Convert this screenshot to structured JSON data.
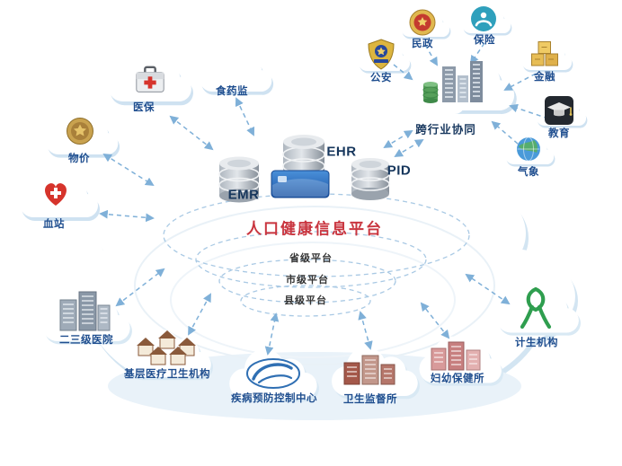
{
  "colors": {
    "title_red": "#c9353f",
    "label_navy": "#1f4e8f",
    "arrow_blue": "#7fb0d8",
    "cloud_shadow": "#cfe2f1"
  },
  "platform": {
    "title": "人口健康信息平台",
    "db_labels": {
      "emr": "EMR",
      "ehr": "EHR",
      "pid": "PID"
    },
    "levels": [
      {
        "label": "省级平台"
      },
      {
        "label": "市级平台"
      },
      {
        "label": "县级平台"
      }
    ]
  },
  "cross_industry": {
    "label": "跨行业协同"
  },
  "nodes": {
    "yibao": {
      "label": "医保",
      "icon": "medical-kit-icon"
    },
    "shiyaojian": {
      "label": "食药监",
      "icon": "cloud-icon"
    },
    "wujia": {
      "label": "物价",
      "icon": "price-emblem-icon"
    },
    "xuezhan": {
      "label": "血站",
      "icon": "blood-station-icon"
    },
    "gongan": {
      "label": "公安",
      "icon": "police-badge-icon"
    },
    "minzheng": {
      "label": "民政",
      "icon": "civil-affairs-icon"
    },
    "baoxian": {
      "label": "保险",
      "icon": "insurance-icon"
    },
    "jinrong": {
      "label": "金融",
      "icon": "finance-icon"
    },
    "jiaoyu": {
      "label": "教育",
      "icon": "education-icon"
    },
    "qixiang": {
      "label": "气象",
      "icon": "weather-globe-icon"
    },
    "hospitals": {
      "label": "二三级医院",
      "icon": "hospital-buildings-icon"
    },
    "jiceng": {
      "label": "基层医疗卫生机构",
      "icon": "community-clinics-icon"
    },
    "cdc": {
      "label": "疾病预防控制中心",
      "icon": "cdc-logo-icon"
    },
    "weijian": {
      "label": "卫生监督所",
      "icon": "health-inspection-icon"
    },
    "fuyou": {
      "label": "妇幼保健所",
      "icon": "maternal-child-icon"
    },
    "jisheng": {
      "label": "计生机构",
      "icon": "family-planning-icon"
    }
  }
}
